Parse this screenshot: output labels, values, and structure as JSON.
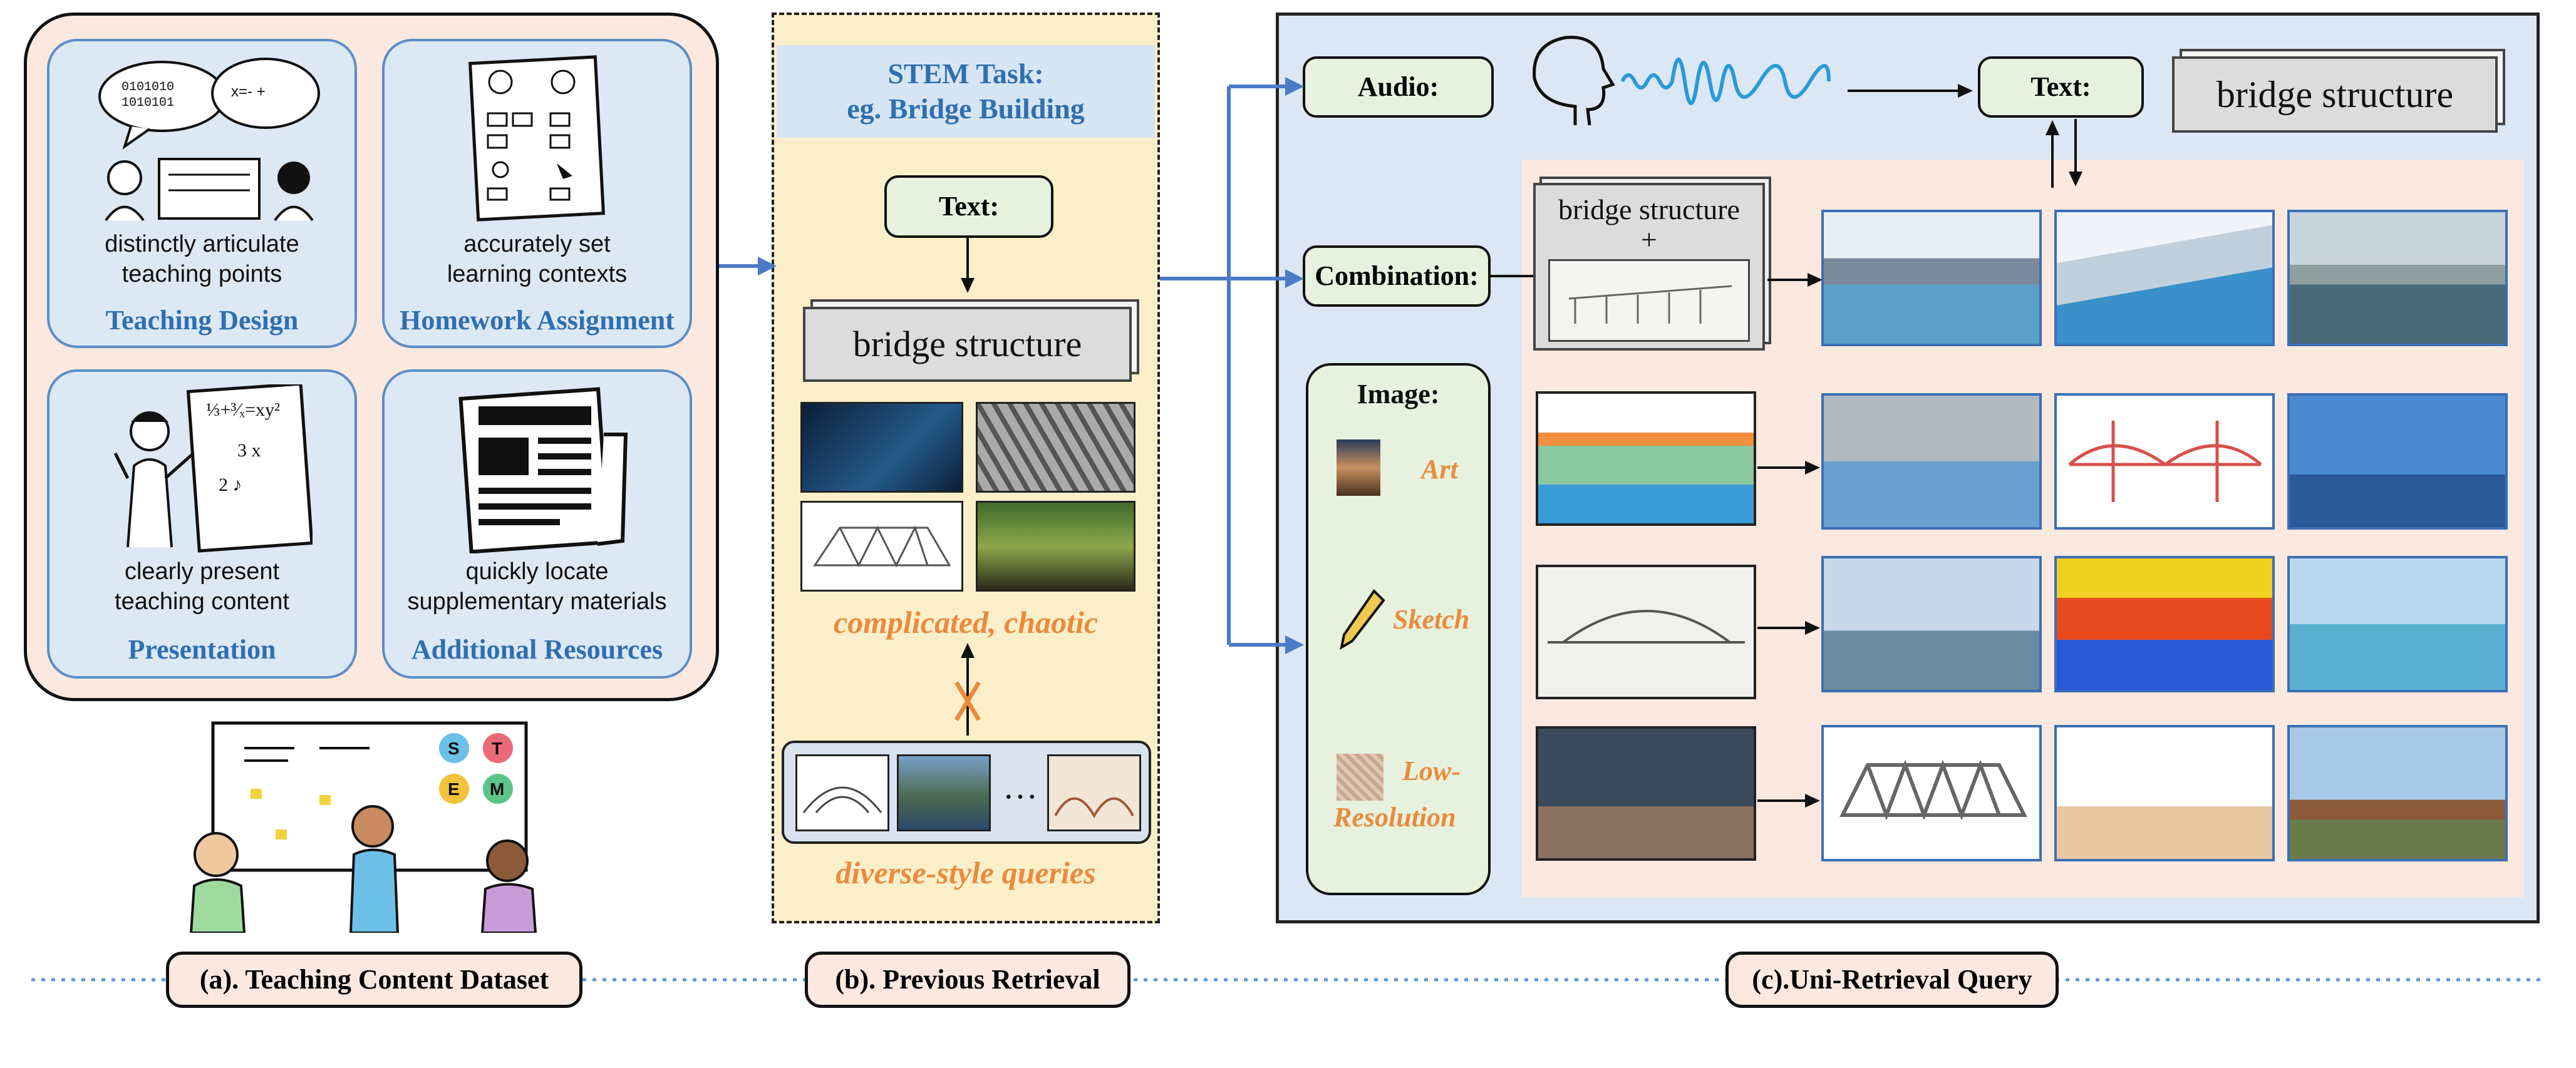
{
  "panel_a": {
    "cards": [
      {
        "desc": [
          "distinctly articulate",
          "teaching points"
        ],
        "title": "Teaching Design",
        "icon": "discussion-illustration"
      },
      {
        "desc": [
          "accurately set",
          "learning contexts"
        ],
        "title": "Homework Assignment",
        "icon": "planning-board-illustration"
      },
      {
        "desc": [
          "clearly present",
          "teaching content"
        ],
        "title": "Presentation",
        "icon": "whiteboard-teacher-illustration"
      },
      {
        "desc": [
          "quickly locate",
          "supplementary materials"
        ],
        "title": "Additional Resources",
        "icon": "newspaper-illustration"
      }
    ],
    "stem_letters": [
      "S",
      "T",
      "E",
      "M"
    ],
    "label": "(a). Teaching Content Dataset"
  },
  "panel_b": {
    "task": [
      "STEM Task:",
      "eg. Bridge Building"
    ],
    "text_label": "Text:",
    "query": "bridge structure",
    "result_note": "complicated, chaotic",
    "queries_note": "diverse-style queries",
    "ellipsis": "…",
    "label": "(b). Previous Retrieval"
  },
  "panel_c": {
    "audio_label": "Audio:",
    "text_label": "Text:",
    "transcript": "bridge structure",
    "combination_label": "Combination:",
    "combination_text": "bridge structure",
    "combination_plus": "+",
    "image_label": "Image:",
    "styles": [
      "Art",
      "Sketch",
      "Low-",
      "Resolution"
    ],
    "label": "(c).Uni-Retrieval Query"
  },
  "colors": {
    "blue_accent": "#2f6fb0",
    "orange_accent": "#e98b3e",
    "green_box": "#e6f2dd",
    "peach": "#fbe8de",
    "light_blue": "#dbe7f4"
  }
}
